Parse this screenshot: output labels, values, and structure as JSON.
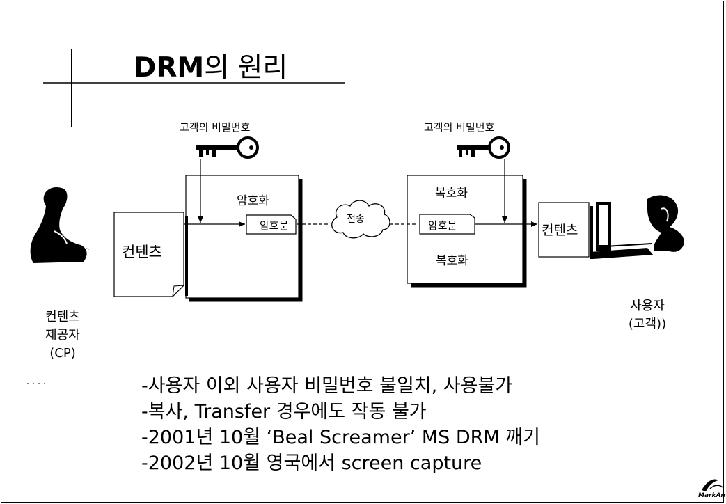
{
  "slide": {
    "title_bold": "DRM",
    "title_rest": "의 원리"
  },
  "diagram": {
    "left_key_label": "고객의 비밀번호",
    "right_key_label": "고객의 비밀번호",
    "encrypt_label": "암호화",
    "ciphertext_left": "암호문",
    "transmit_label": "전송",
    "ciphertext_right": "암호문",
    "decrypt_label_top": "복호화",
    "decrypt_label_bottom": "복호화",
    "content_left": "컨텐츠",
    "content_right": "컨텐츠",
    "provider_label": [
      "컨텐츠",
      "제공자",
      "(CP)"
    ],
    "user_label": [
      "사용자",
      "(고객))"
    ]
  },
  "bullets": [
    "-사용자  이외 사용자 비밀번호 불일치, 사용불가",
    "-복사, Transfer 경우에도 작동 불가",
    "-2001년 10월 ‘Beal Screamer’ MS DRM 깨기",
    "-2002년 10월 영국에서 screen capture"
  ],
  "logo_text": "MarkAny",
  "icons": [
    "key-icon",
    "cloud-icon",
    "document-icon",
    "person-icon",
    "computer-icon",
    "logo-icon"
  ]
}
